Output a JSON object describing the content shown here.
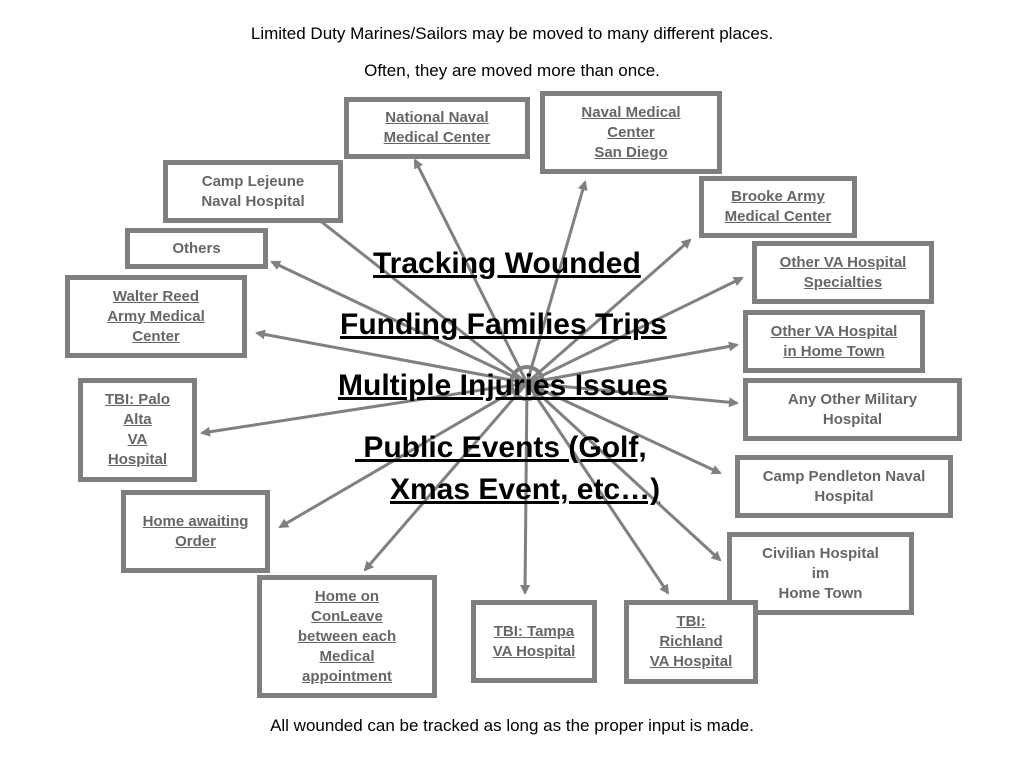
{
  "header": {
    "line1": "Limited Duty Marines/Sailors may be moved to many different places.",
    "line2": "Often, they are moved more than once."
  },
  "hub": {
    "line1": "Tracking Wounded",
    "line2": "Funding Families Trips",
    "line3": "Multiple Injuries Issues",
    "line4": " Public Events (Golf,",
    "line5": "Xmas Event, etc…)"
  },
  "destinations": {
    "national_naval": "National Naval\nMedical Center",
    "naval_san_diego": "Naval Medical\nCenter\nSan Diego",
    "camp_lejeune": "Camp Lejeune\nNaval Hospital",
    "brooke_army": "Brooke Army\nMedical Center",
    "others": "Others",
    "other_va_specialties": "Other VA Hospital\nSpecialties",
    "walter_reed": "Walter Reed\nArmy Medical\nCenter",
    "other_va_home_town": "Other VA Hospital\nin Home Town",
    "tbi_palo_alto": "TBI: Palo\nAlta\nVA\nHospital",
    "any_other_military": "Any Other Military\nHospital",
    "camp_pendleton": "Camp Pendleton Naval\nHospital",
    "home_awaiting": "Home awaiting\nOrder",
    "civilian_hospital": "Civilian Hospital\nim\nHome Town",
    "home_convleave": "Home on\nConLeave\nbetween each\nMedical\nappointment",
    "tbi_tampa": "TBI: Tampa\nVA Hospital",
    "tbi_richland": "TBI:\nRichland\n VA Hospital"
  },
  "footer": {
    "text": "All wounded can be tracked as long as the proper input is made."
  },
  "colors": {
    "box_border": "#7f7f7f",
    "box_text": "#666666",
    "arrow": "#808080",
    "hub_text": "#000000"
  }
}
